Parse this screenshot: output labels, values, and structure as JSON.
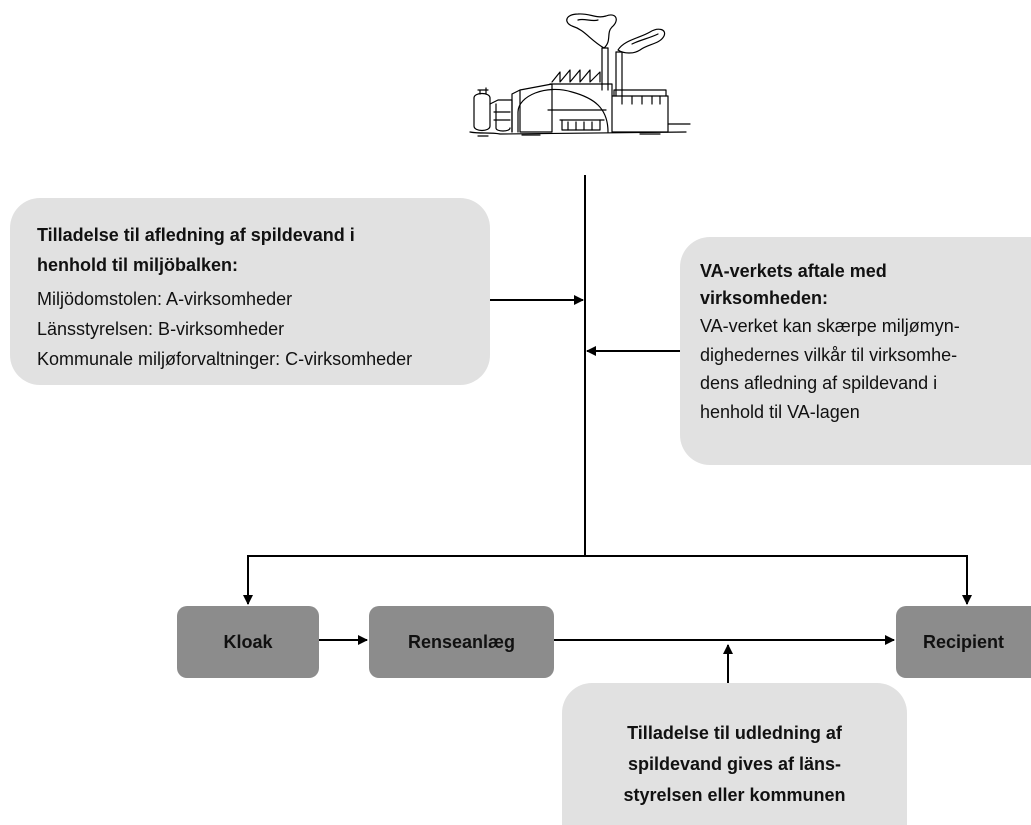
{
  "diagram": {
    "nodes": {
      "kloak": "Kloak",
      "renseanlaeg": "Renseanlæg",
      "recipient": "Recipient"
    },
    "left_box": {
      "title_line1": "Tilladelse til afledning af spildevand i",
      "title_line2": "henhold til miljöbalken:",
      "lines": [
        "Miljödomstolen: A-virksomheder",
        "Länsstyrelsen: B-virksomheder",
        "Kommunale miljøforvaltninger: C-virksomheder"
      ]
    },
    "right_box": {
      "title_line1": "VA-verkets aftale med",
      "title_line2": "virksomheden:",
      "body": "VA-verket kan skærpe miljømyn-\ndighedernes vilkår til virksomhe-\ndens afledning af spildevand i\nhenhold til VA-lagen"
    },
    "bottom_box": {
      "text": "Tilladelse til udledning af\nspildevand gives af läns-\nstyrelsen eller kommunen"
    },
    "colors": {
      "box_fill": "#e1e1e1",
      "node_fill": "#8c8c8c",
      "line": "#000000"
    },
    "icons": [
      "factory-icon"
    ]
  }
}
